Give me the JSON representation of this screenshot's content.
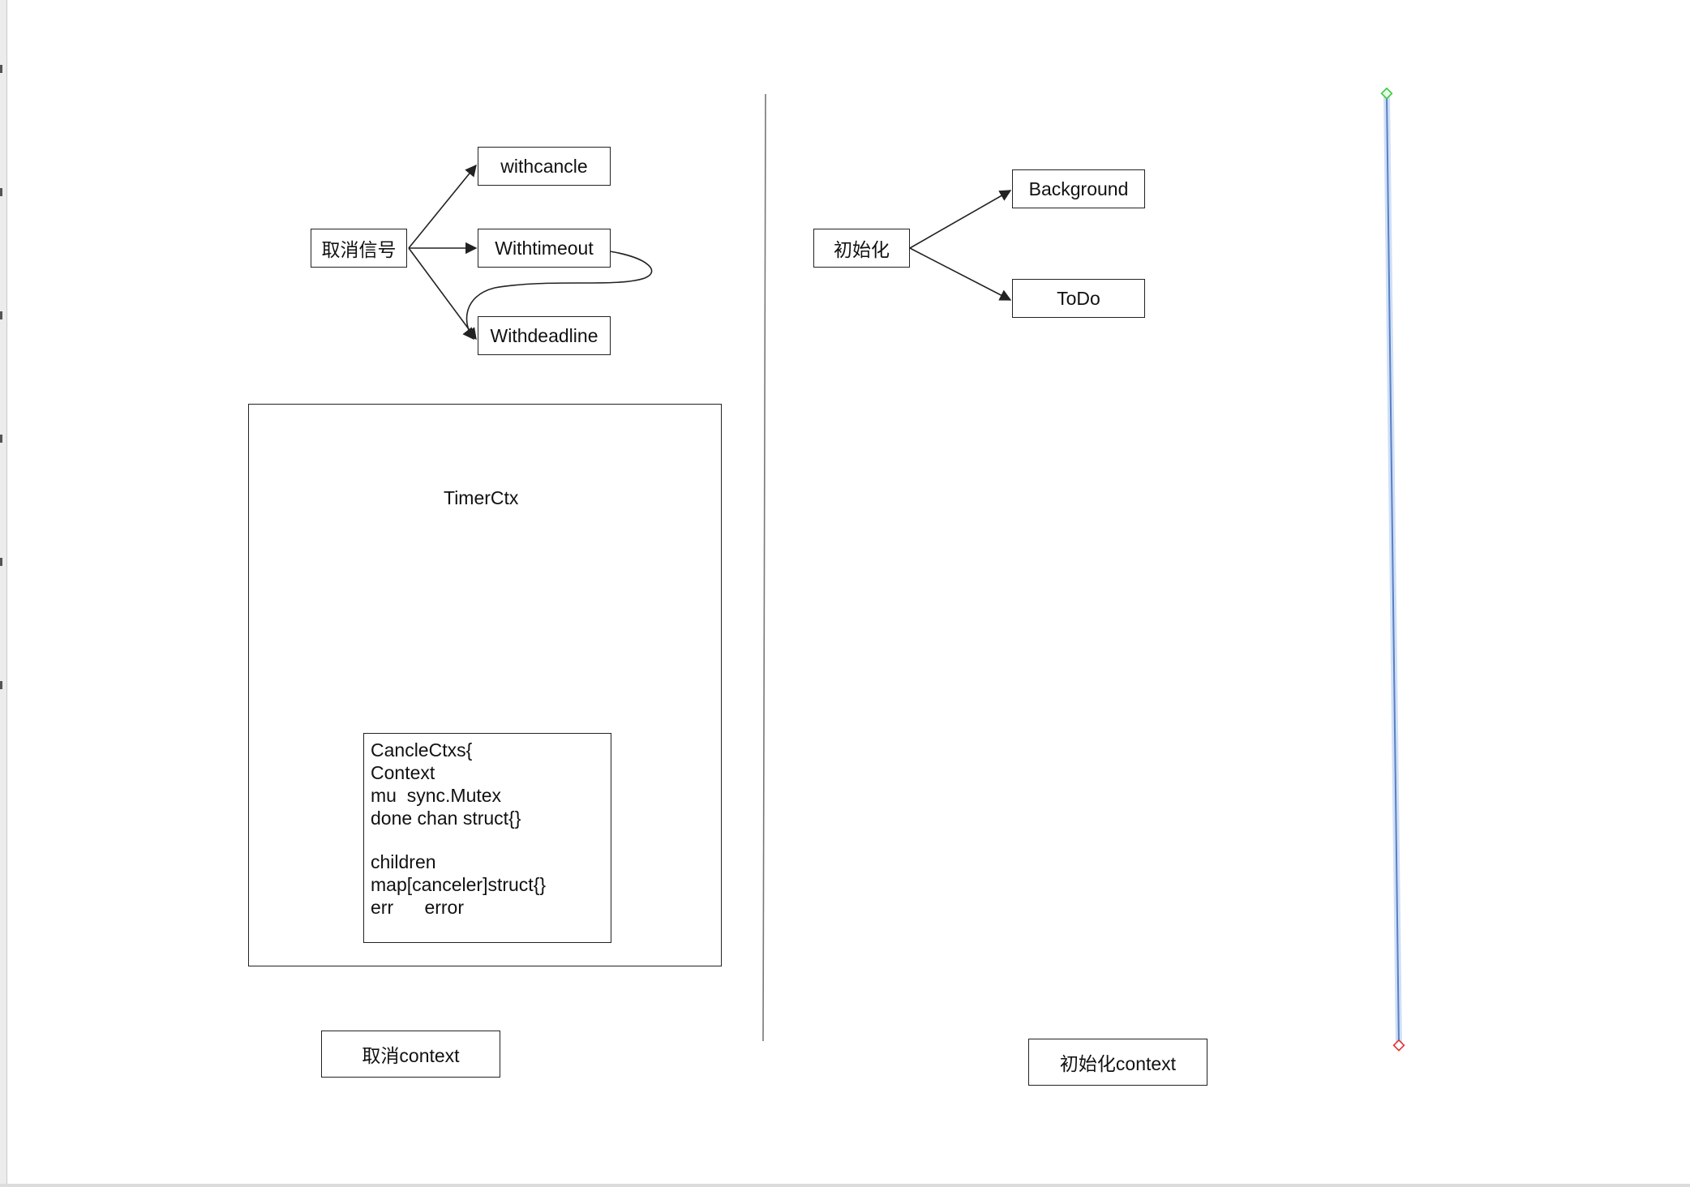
{
  "left_diagram": {
    "root": "取消信号",
    "children": [
      "withcancle",
      "Withtimeout",
      "Withdeadline"
    ],
    "container_label": "TimerCtx",
    "struct_lines": [
      "CancleCtxs{",
      "Context",
      "mu  sync.Mutex",
      "done chan struct{}",
      "",
      "children",
      "map[canceler]struct{}",
      "err      error"
    ],
    "caption": "取消context"
  },
  "right_diagram": {
    "root": "初始化",
    "children": [
      "Background",
      "ToDo"
    ],
    "caption": "初始化context"
  },
  "colors": {
    "stroke": "#222222",
    "selected_line": "#5b7fc4",
    "selected_glow": "#cfe0f7",
    "handle_start": "#3cc83c",
    "handle_end": "#e03030"
  }
}
